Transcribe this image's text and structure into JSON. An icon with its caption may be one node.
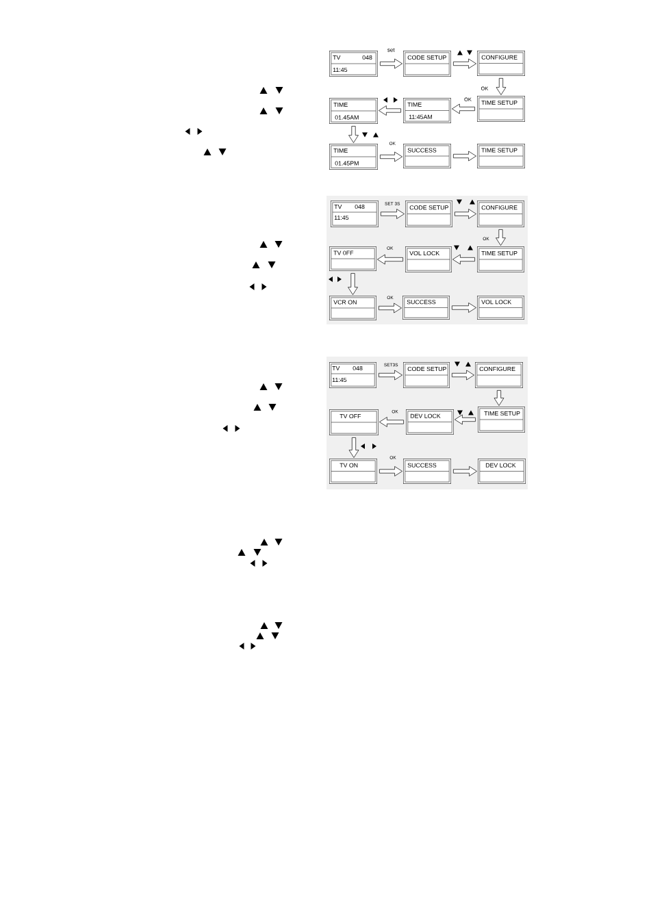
{
  "diagram": {
    "nodes": [
      {
        "text": [
          "TV",
          "048",
          "11:45"
        ]
      },
      {
        "text": [
          "CODE SETUP"
        ]
      },
      {
        "text": [
          "CONFIGURE"
        ]
      },
      {
        "text": [
          "TIME",
          "01.45AM"
        ]
      },
      {
        "text": [
          "TIME",
          "11:45AM"
        ]
      },
      {
        "text": [
          "TIME SETUP"
        ]
      },
      {
        "text": [
          "TIME",
          "01.45PM"
        ]
      },
      {
        "text": [
          "SUCCESS"
        ]
      },
      {
        "text": [
          "TIME SETUP"
        ]
      },
      {
        "text": [
          "TV",
          "048",
          "11:45"
        ]
      },
      {
        "text": [
          "CODE SETUP"
        ]
      },
      {
        "text": [
          "CONFIGURE"
        ]
      },
      {
        "text": [
          "TV 0FF"
        ]
      },
      {
        "text": [
          "VOL LOCK"
        ]
      },
      {
        "text": [
          "TIME SETUP"
        ]
      },
      {
        "text": [
          "VCR ON"
        ]
      },
      {
        "text": [
          "SUCCESS"
        ]
      },
      {
        "text": [
          "VOL LOCK"
        ]
      },
      {
        "text": [
          "TV",
          "048",
          "11:45"
        ]
      },
      {
        "text": [
          "CODE SETUP"
        ]
      },
      {
        "text": [
          "CONFIGURE"
        ]
      },
      {
        "text": [
          "TV OFF"
        ]
      },
      {
        "text": [
          "DEV LOCK"
        ]
      },
      {
        "text": [
          "TIME SETUP"
        ]
      },
      {
        "text": [
          "TV ON"
        ]
      },
      {
        "text": [
          "SUCCESS"
        ]
      },
      {
        "text": [
          "DEV LOCK"
        ]
      }
    ],
    "edges": [
      {
        "from": 0,
        "to": 1,
        "arrow": "to",
        "label": "set"
      },
      {
        "from": 1,
        "to": 2,
        "arrow": "to"
      },
      {
        "from": 2,
        "to": 5,
        "arrow": "to",
        "label": "OK"
      },
      {
        "from": 5,
        "to": 4,
        "arrow": "to",
        "label": "OK"
      },
      {
        "from": 4,
        "to": 3,
        "arrow": "to"
      },
      {
        "from": 3,
        "to": 6,
        "arrow": "to"
      },
      {
        "from": 6,
        "to": 7,
        "arrow": "to",
        "label": "OK"
      },
      {
        "from": 7,
        "to": 8,
        "arrow": "to"
      },
      {
        "from": 9,
        "to": 10,
        "arrow": "to",
        "label": "SET 3S"
      },
      {
        "from": 10,
        "to": 11,
        "arrow": "to"
      },
      {
        "from": 11,
        "to": 14,
        "arrow": "to",
        "label": "OK"
      },
      {
        "from": 14,
        "to": 13,
        "arrow": "to"
      },
      {
        "from": 13,
        "to": 12,
        "arrow": "to",
        "label": "OK"
      },
      {
        "from": 12,
        "to": 15,
        "arrow": "to"
      },
      {
        "from": 15,
        "to": 16,
        "arrow": "to",
        "label": "OK"
      },
      {
        "from": 16,
        "to": 17,
        "arrow": "to"
      },
      {
        "from": 18,
        "to": 19,
        "arrow": "to",
        "label": "SET3S"
      },
      {
        "from": 19,
        "to": 20,
        "arrow": "to"
      },
      {
        "from": 20,
        "to": 23,
        "arrow": "to"
      },
      {
        "from": 23,
        "to": 22,
        "arrow": "to"
      },
      {
        "from": 22,
        "to": 21,
        "arrow": "to",
        "label": "OK"
      },
      {
        "from": 21,
        "to": 24,
        "arrow": "to"
      },
      {
        "from": 24,
        "to": 25,
        "arrow": "to",
        "label": "OK"
      },
      {
        "from": 25,
        "to": 26,
        "arrow": "to"
      }
    ]
  }
}
